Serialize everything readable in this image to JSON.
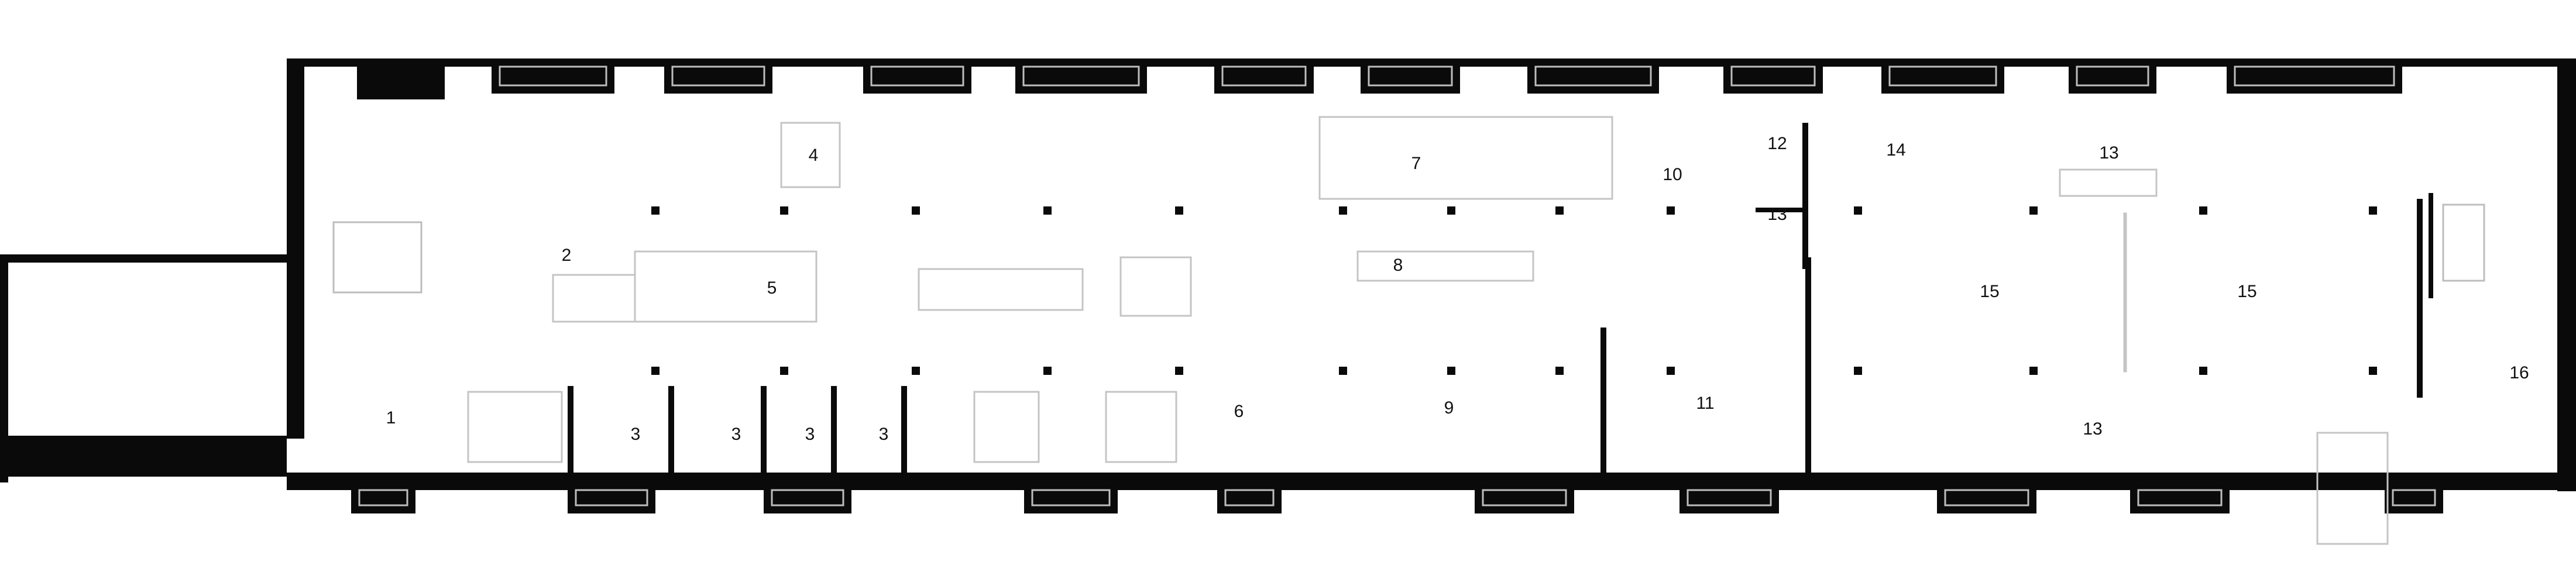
{
  "plan": {
    "colors": {
      "wall": "#0a0a0a",
      "furniture": "#c4c4c4",
      "background": "#ffffff"
    },
    "room_labels": [
      {
        "id": "r1",
        "text": "1"
      },
      {
        "id": "r2",
        "text": "2"
      },
      {
        "id": "r3a",
        "text": "3"
      },
      {
        "id": "r3b",
        "text": "3"
      },
      {
        "id": "r3c",
        "text": "3"
      },
      {
        "id": "r3d",
        "text": "3"
      },
      {
        "id": "r4",
        "text": "4"
      },
      {
        "id": "r5",
        "text": "5"
      },
      {
        "id": "r6",
        "text": "6"
      },
      {
        "id": "r7",
        "text": "7"
      },
      {
        "id": "r8",
        "text": "8"
      },
      {
        "id": "r9",
        "text": "9"
      },
      {
        "id": "r10",
        "text": "10"
      },
      {
        "id": "r11",
        "text": "11"
      },
      {
        "id": "r12",
        "text": "12"
      },
      {
        "id": "r13a",
        "text": "13"
      },
      {
        "id": "r14",
        "text": "14"
      },
      {
        "id": "r13b",
        "text": "13"
      },
      {
        "id": "r15a",
        "text": "15"
      },
      {
        "id": "r15b",
        "text": "15"
      },
      {
        "id": "r13c",
        "text": "13"
      },
      {
        "id": "r16",
        "text": "16"
      }
    ]
  }
}
